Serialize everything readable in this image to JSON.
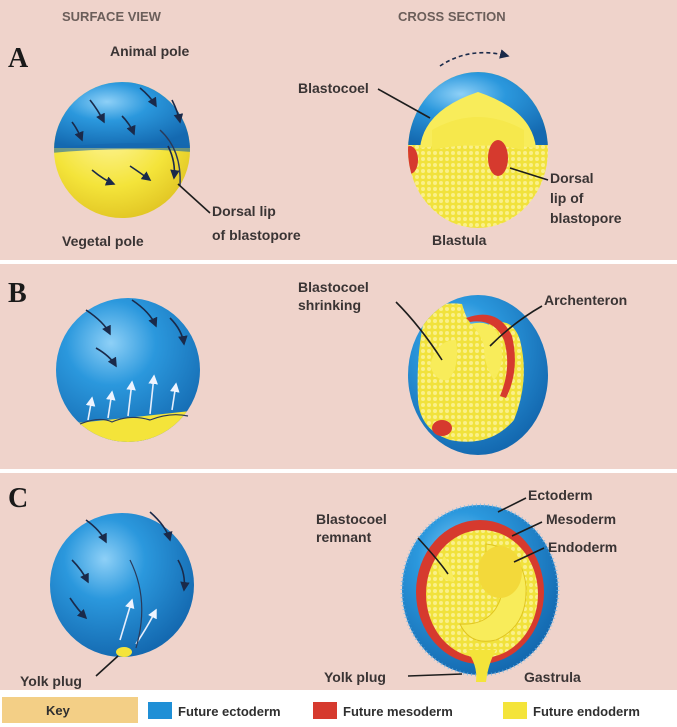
{
  "headers": {
    "surface_view": "SURFACE VIEW",
    "cross_section": "CROSS SECTION"
  },
  "panels": {
    "a": {
      "letter": "A",
      "labels": {
        "animal_pole": "Animal pole",
        "vegetal_pole": "Vegetal pole",
        "dorsal_lip_surface": [
          "Dorsal lip",
          "of blastopore"
        ],
        "blastocoel": "Blastocoel",
        "dorsal_lip_section": [
          "Dorsal",
          "lip of",
          "blastopore"
        ],
        "blastula": "Blastula"
      }
    },
    "b": {
      "letter": "B",
      "labels": {
        "blastocoel_shrinking": [
          "Blastocoel",
          "shrinking"
        ],
        "archenteron": "Archenteron"
      }
    },
    "c": {
      "letter": "C",
      "labels": {
        "yolk_plug_surface": "Yolk plug",
        "blastocoel_remnant": [
          "Blastocoel",
          "remnant"
        ],
        "ectoderm": "Ectoderm",
        "mesoderm": "Mesoderm",
        "endoderm": "Endoderm",
        "yolk_plug_section": "Yolk plug",
        "gastrula": "Gastrula"
      }
    }
  },
  "key": {
    "title": "Key",
    "items": [
      {
        "label": "Future ectoderm",
        "color": "#1f8fd6"
      },
      {
        "label": "Future mesoderm",
        "color": "#d63a2e"
      },
      {
        "label": "Future endoderm",
        "color": "#f4e43a"
      }
    ]
  },
  "colors": {
    "background": "#efd3cb",
    "ectoderm": "#1f8fd6",
    "mesoderm": "#d63a2e",
    "endoderm": "#f4e43a",
    "key_box": "#f3cf86"
  }
}
